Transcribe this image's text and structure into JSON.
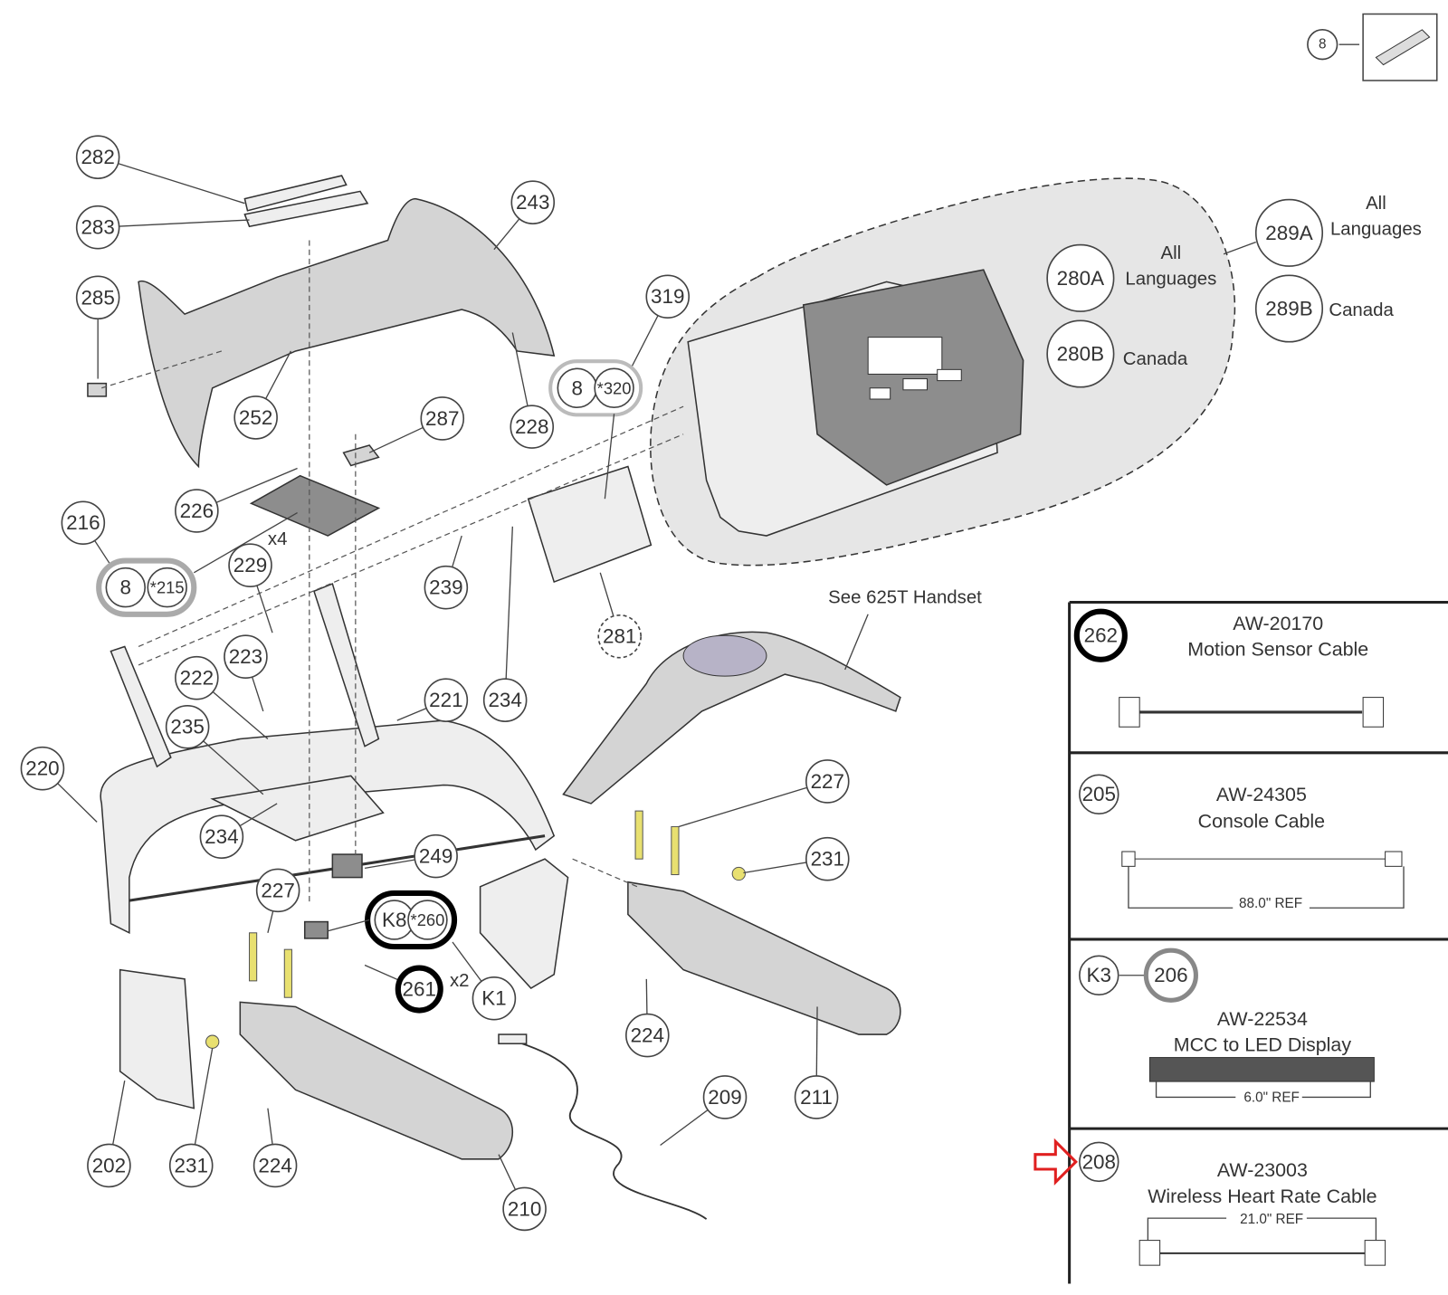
{
  "diagram": {
    "callouts": [
      "282",
      "283",
      "285",
      "252",
      "243",
      "319",
      "228",
      "287",
      "226",
      "216",
      "229",
      "239",
      "281",
      "223",
      "222",
      "221",
      "234",
      "235",
      "220",
      "234",
      "249",
      "227",
      "261",
      "K1",
      "227",
      "231",
      "224",
      "211",
      "209",
      "210",
      "202",
      "231",
      "224"
    ],
    "kit_pairs": [
      {
        "left": "8",
        "right": "*215"
      },
      {
        "left": "8",
        "right": "*320"
      },
      {
        "left": "K8",
        "right": "*260"
      }
    ],
    "multipliers": {
      "x4": "x4",
      "x2": "x2"
    },
    "console_overlay": {
      "items": [
        {
          "id": "280A",
          "text": "All\nLanguages"
        },
        {
          "id": "280B",
          "text": "Canada"
        },
        {
          "id": "289A",
          "text": "All\nLanguages"
        },
        {
          "id": "289B",
          "text": "Canada"
        }
      ],
      "all_line1": "All",
      "all_line2": "Languages"
    },
    "handset_note": "See 625T Handset",
    "usb_callout": "8"
  },
  "cable_table": {
    "rows": [
      {
        "callout": "262",
        "part_no": "AW-20170",
        "name": "Motion Sensor Cable",
        "ref": ""
      },
      {
        "callout": "205",
        "part_no": "AW-24305",
        "name": "Console Cable",
        "ref": "88.0\" REF"
      },
      {
        "callout": "K3",
        "callout2": "206",
        "part_no": "AW-22534",
        "name": "MCC to LED Display",
        "ref": "6.0\" REF"
      },
      {
        "callout": "208",
        "part_no": "AW-23003",
        "name": "Wireless Heart Rate Cable",
        "ref": "21.0\" REF"
      }
    ],
    "highlight_color": "#e02020"
  }
}
